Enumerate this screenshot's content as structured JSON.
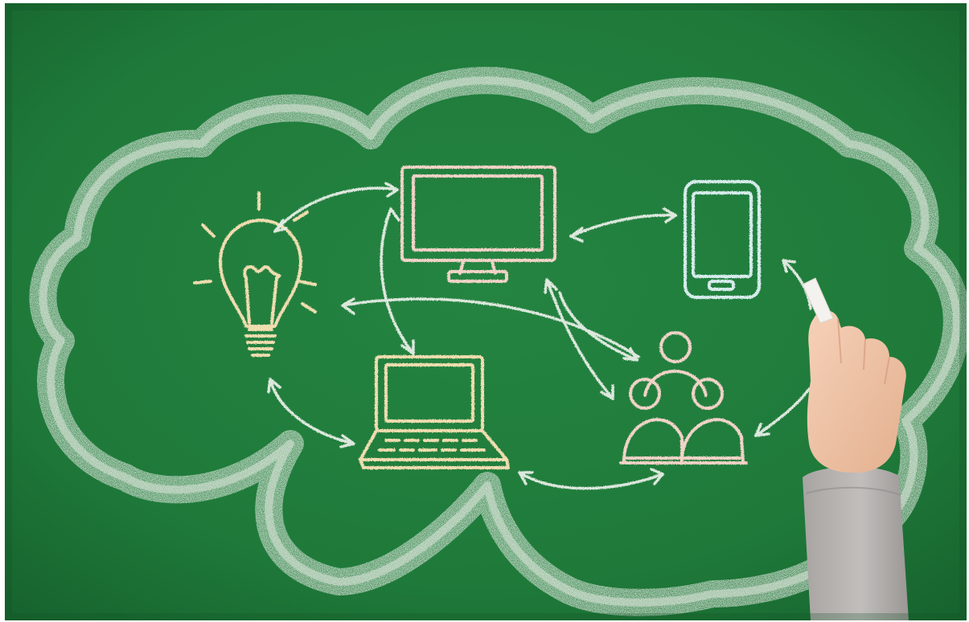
{
  "image": {
    "subject": "cloud-computing-chalk-drawing",
    "colors": {
      "board": "#1f7a3a",
      "board_dark": "#16612d",
      "chalk": "#e8eee6",
      "chalk_pink": "#f2d3c8",
      "sleeve": "#b9b6b4",
      "skin": "#f1c7ad"
    },
    "icons": [
      "cloud-outline",
      "lightbulb-icon",
      "monitor-icon",
      "smartphone-icon",
      "laptop-icon",
      "people-group-icon",
      "double-headed-arrows",
      "hand-holding-chalk"
    ]
  }
}
